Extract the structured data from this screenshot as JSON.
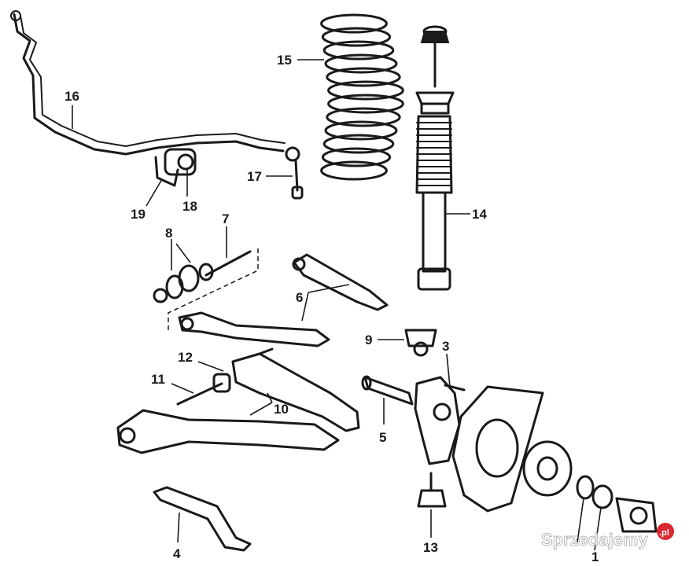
{
  "diagram": {
    "callouts": [
      {
        "id": "1",
        "label": "1"
      },
      {
        "id": "3",
        "label": "3"
      },
      {
        "id": "4",
        "label": "4"
      },
      {
        "id": "5",
        "label": "5"
      },
      {
        "id": "6",
        "label": "6"
      },
      {
        "id": "7",
        "label": "7"
      },
      {
        "id": "8",
        "label": "8"
      },
      {
        "id": "9",
        "label": "9"
      },
      {
        "id": "10",
        "label": "10"
      },
      {
        "id": "11",
        "label": "11"
      },
      {
        "id": "12",
        "label": "12"
      },
      {
        "id": "13",
        "label": "13"
      },
      {
        "id": "14",
        "label": "14"
      },
      {
        "id": "15",
        "label": "15"
      },
      {
        "id": "16",
        "label": "16"
      },
      {
        "id": "17",
        "label": "17"
      },
      {
        "id": "18",
        "label": "18"
      },
      {
        "id": "19",
        "label": "19"
      }
    ],
    "line_color": "#1a1a1a",
    "background": "#ffffff"
  },
  "watermark": {
    "text": "Sprzedajemy",
    "badge": ".pl",
    "badge_color": "#d9282f"
  }
}
